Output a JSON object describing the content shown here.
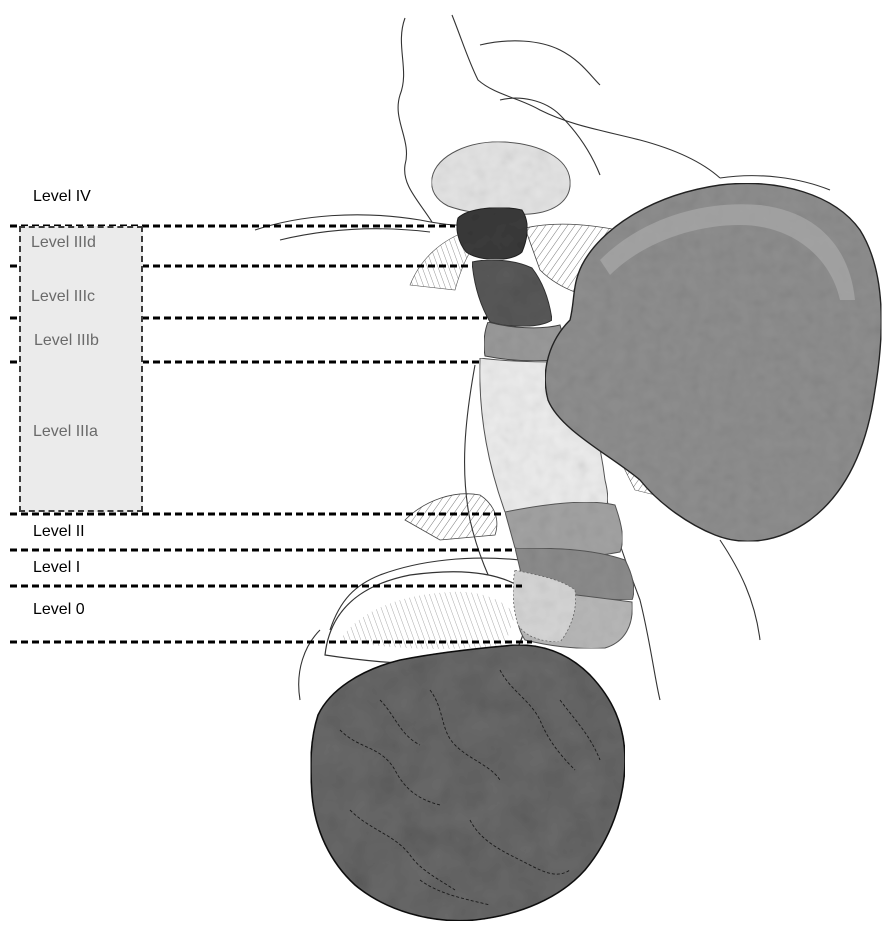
{
  "levels": {
    "level_iv": "Level IV",
    "level_iiid": "Level IIId",
    "level_iiic": "Level IIIc",
    "level_iiib": "Level IIIb",
    "level_iiia": "Level IIIa",
    "level_ii": "Level II",
    "level_i": "Level I",
    "level_0": "Level 0"
  },
  "colors": {
    "background": "#ffffff",
    "box_fill": "#ebebeb",
    "dashed_line": "#000000",
    "tumor_dark": "#4a4a4a",
    "organ_grey": "#8f8f8f",
    "light_tissue": "#e6e6e6"
  }
}
